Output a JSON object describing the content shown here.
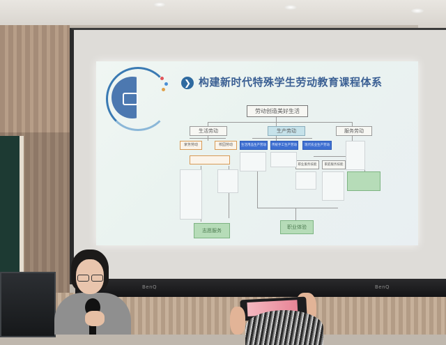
{
  "slide": {
    "title": "构建新时代特殊学生劳动教育课程体系",
    "arrow_glyph": "❯",
    "root": "劳动创造美好生活",
    "level1": [
      "生活劳动",
      "生产劳动",
      "服务劳动"
    ],
    "life_children": [
      "家务劳动",
      "校园劳动"
    ],
    "production_children": [
      "生活用品生产劳动",
      "传统手工生产劳动",
      "现代农业生产劳动"
    ],
    "service_children": [
      "职业服务技能",
      "家庭服务技能"
    ],
    "outcome_boxes": [
      "志愿服务",
      "职业体验"
    ]
  },
  "room": {
    "projector_brand_left": "BenQ",
    "projector_brand_right": "BenQ"
  },
  "colors": {
    "title_blue": "#3a5f93",
    "node_blue": "#3e6fd1",
    "node_cyan": "#c6e2ea",
    "node_green": "#b6dcb8",
    "node_orange_border": "#d89a55"
  }
}
